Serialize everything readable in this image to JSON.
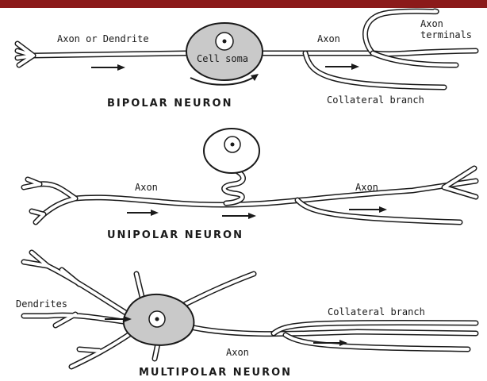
{
  "bipolar": {
    "title": "BIPOLAR NEURON",
    "label_axon_or_dendrite": "Axon or Dendrite",
    "label_cell_soma": "Cell soma",
    "label_axon": "Axon",
    "label_axon_terminals_line1": "Axon",
    "label_axon_terminals_line2": "terminals",
    "label_collateral": "Collateral branch"
  },
  "unipolar": {
    "title": "UNIPOLAR NEURON",
    "label_axon_left": "Axon",
    "label_axon_right": "Axon"
  },
  "multipolar": {
    "title": "MULTIPOLAR NEURON",
    "label_dendrites": "Dendrites",
    "label_axon": "Axon",
    "label_collateral": "Collateral branch"
  },
  "colors": {
    "top_band": "#8b1a1a",
    "soma_fill": "#c9c9c9",
    "ink": "#1a1a1a"
  }
}
